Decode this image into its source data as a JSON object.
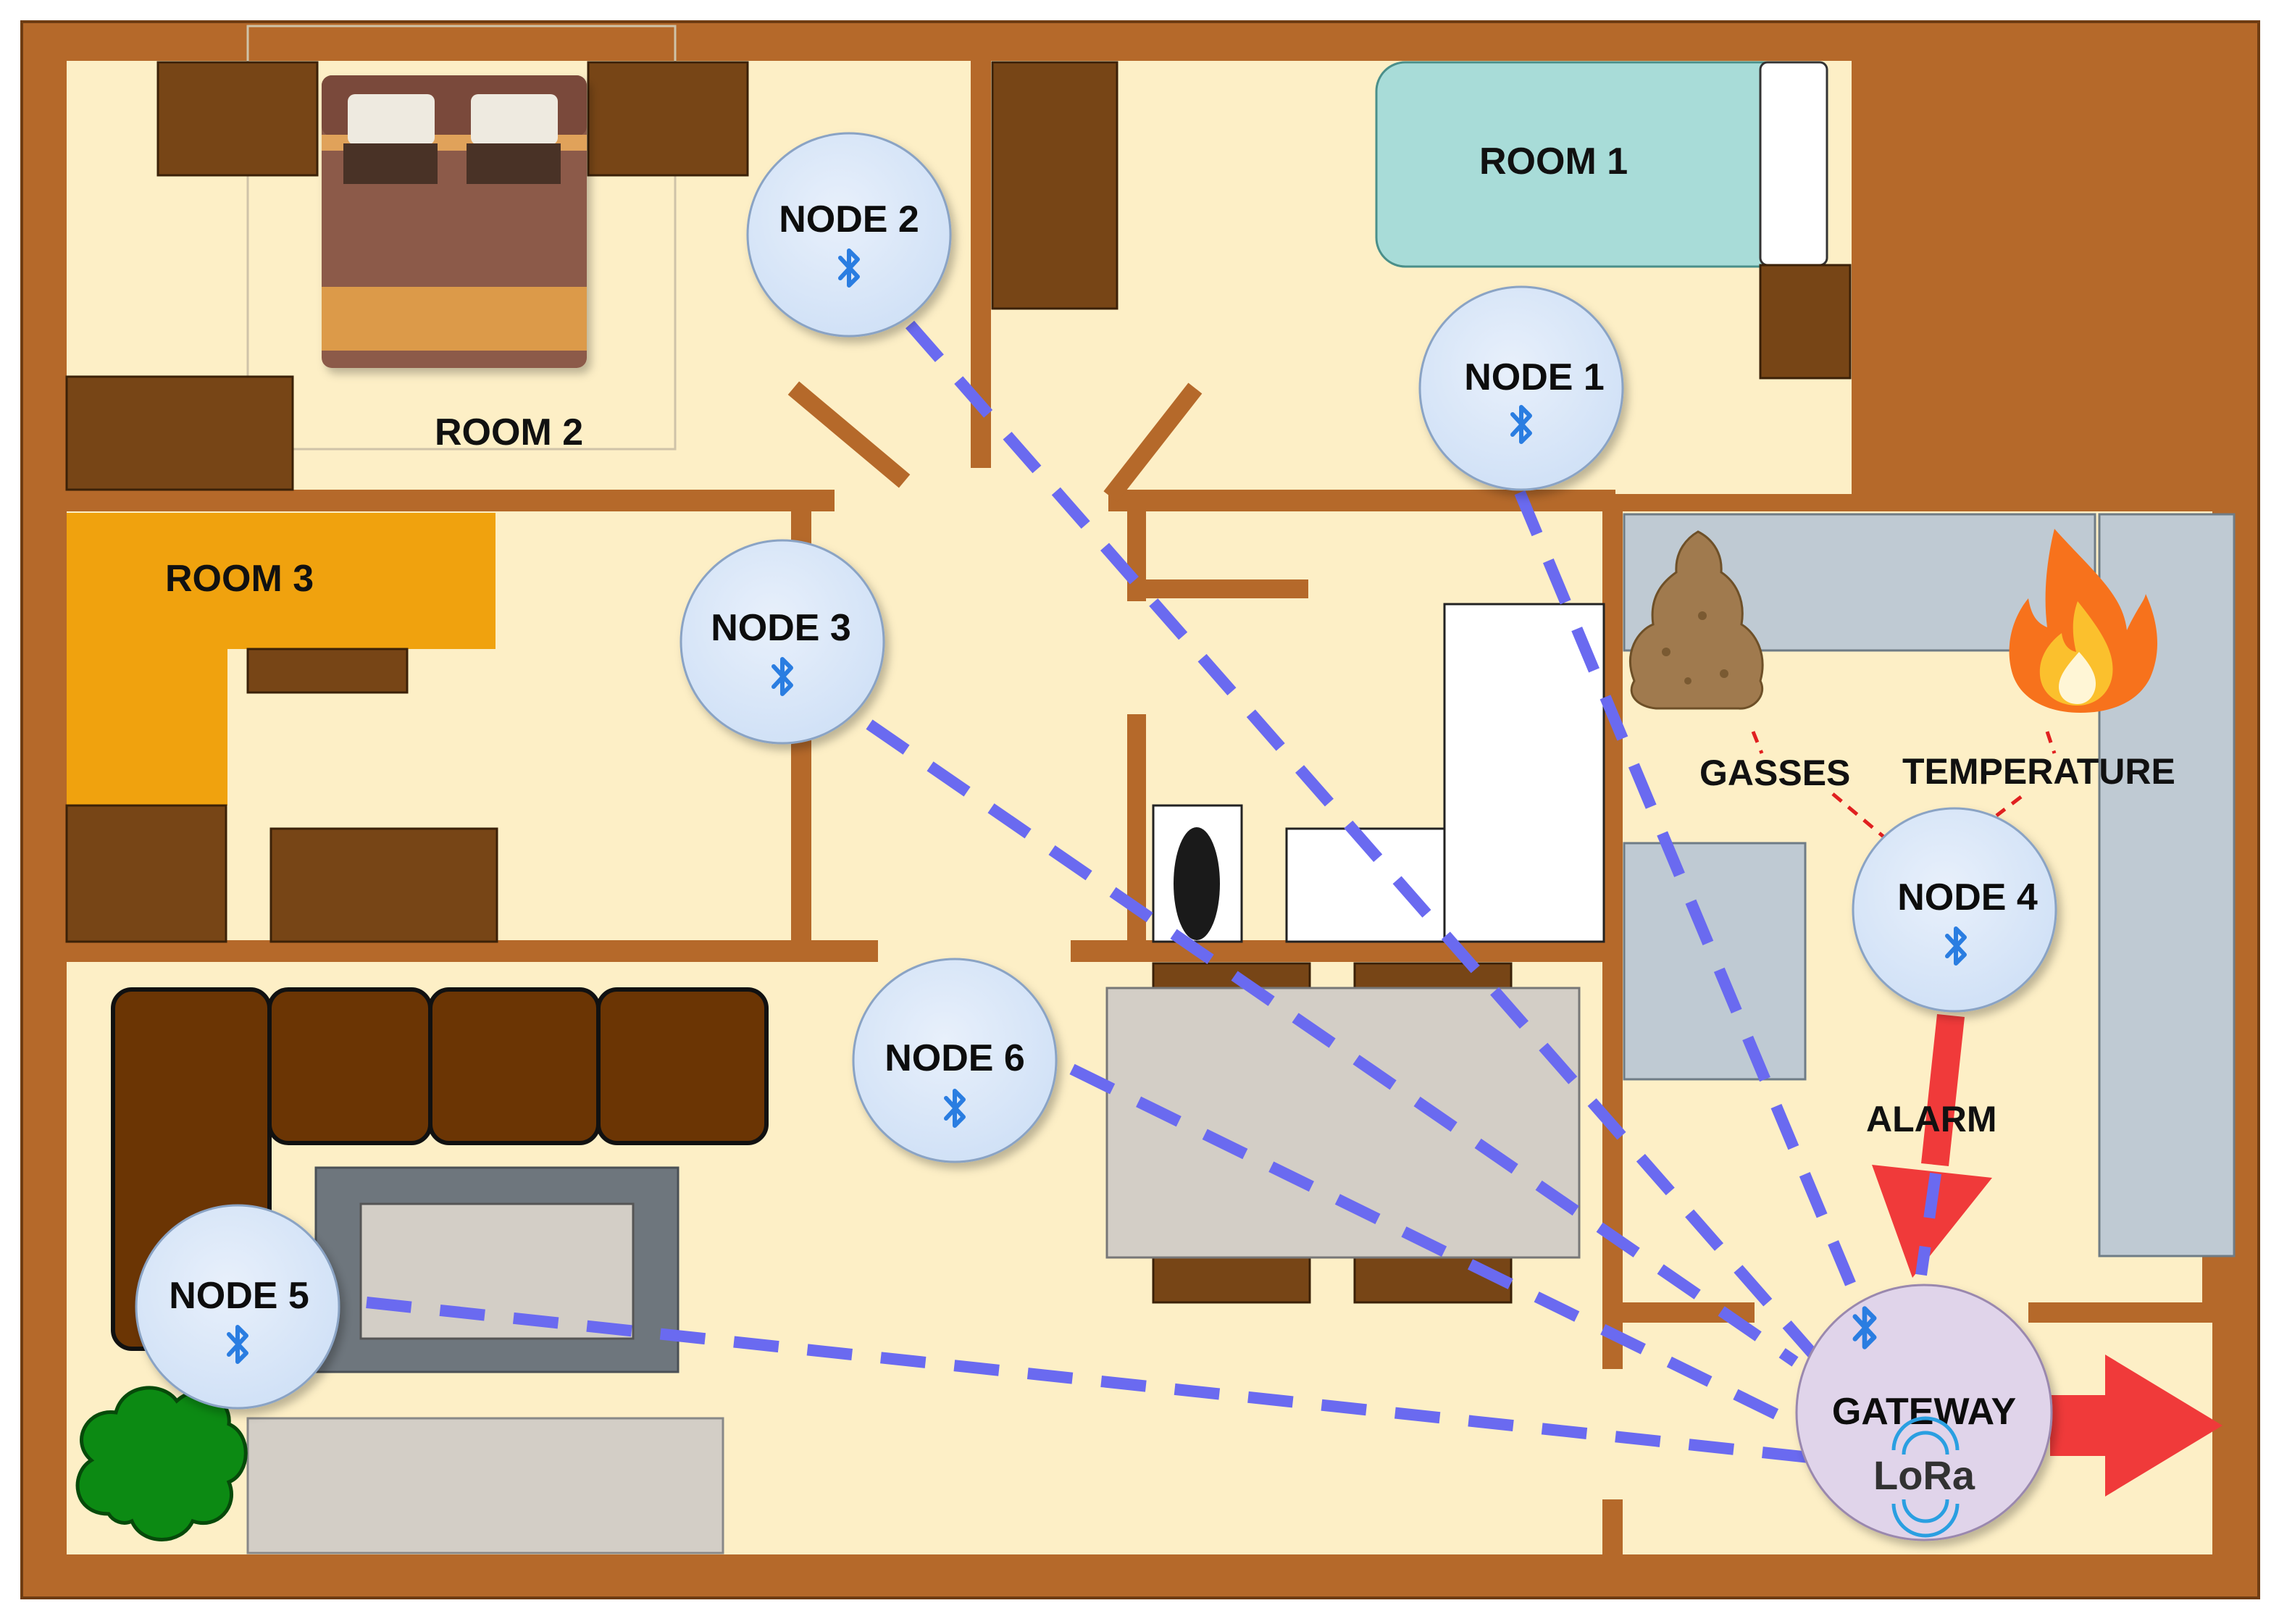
{
  "rooms": {
    "room1": "ROOM 1",
    "room2": "ROOM 2",
    "room3": "ROOM 3"
  },
  "nodes": [
    {
      "id": "node1",
      "label": "NODE 1",
      "icon": "bluetooth-icon"
    },
    {
      "id": "node2",
      "label": "NODE 2",
      "icon": "bluetooth-icon"
    },
    {
      "id": "node3",
      "label": "NODE 3",
      "icon": "bluetooth-icon"
    },
    {
      "id": "node4",
      "label": "NODE 4",
      "icon": "bluetooth-icon"
    },
    {
      "id": "node5",
      "label": "NODE 5",
      "icon": "bluetooth-icon"
    },
    {
      "id": "node6",
      "label": "NODE 6",
      "icon": "bluetooth-icon"
    }
  ],
  "gateway": {
    "label": "GATEWAY",
    "protocol": "LoRa",
    "icons": [
      "bluetooth-icon",
      "lora-wireless-icon"
    ]
  },
  "events": {
    "gasses": "GASSES",
    "temperature": "TEMPERATURE",
    "alarm": "ALARM"
  },
  "colors": {
    "wall": "#b5692a",
    "floor": "#fdefc6",
    "node_fill": "#d7e6f8",
    "gateway_fill": "#e0d4ea",
    "link": "#6a6af0",
    "alarm": "#f03a3a",
    "sensor_link": "#e02020",
    "bluetooth": "#2a7de1"
  }
}
